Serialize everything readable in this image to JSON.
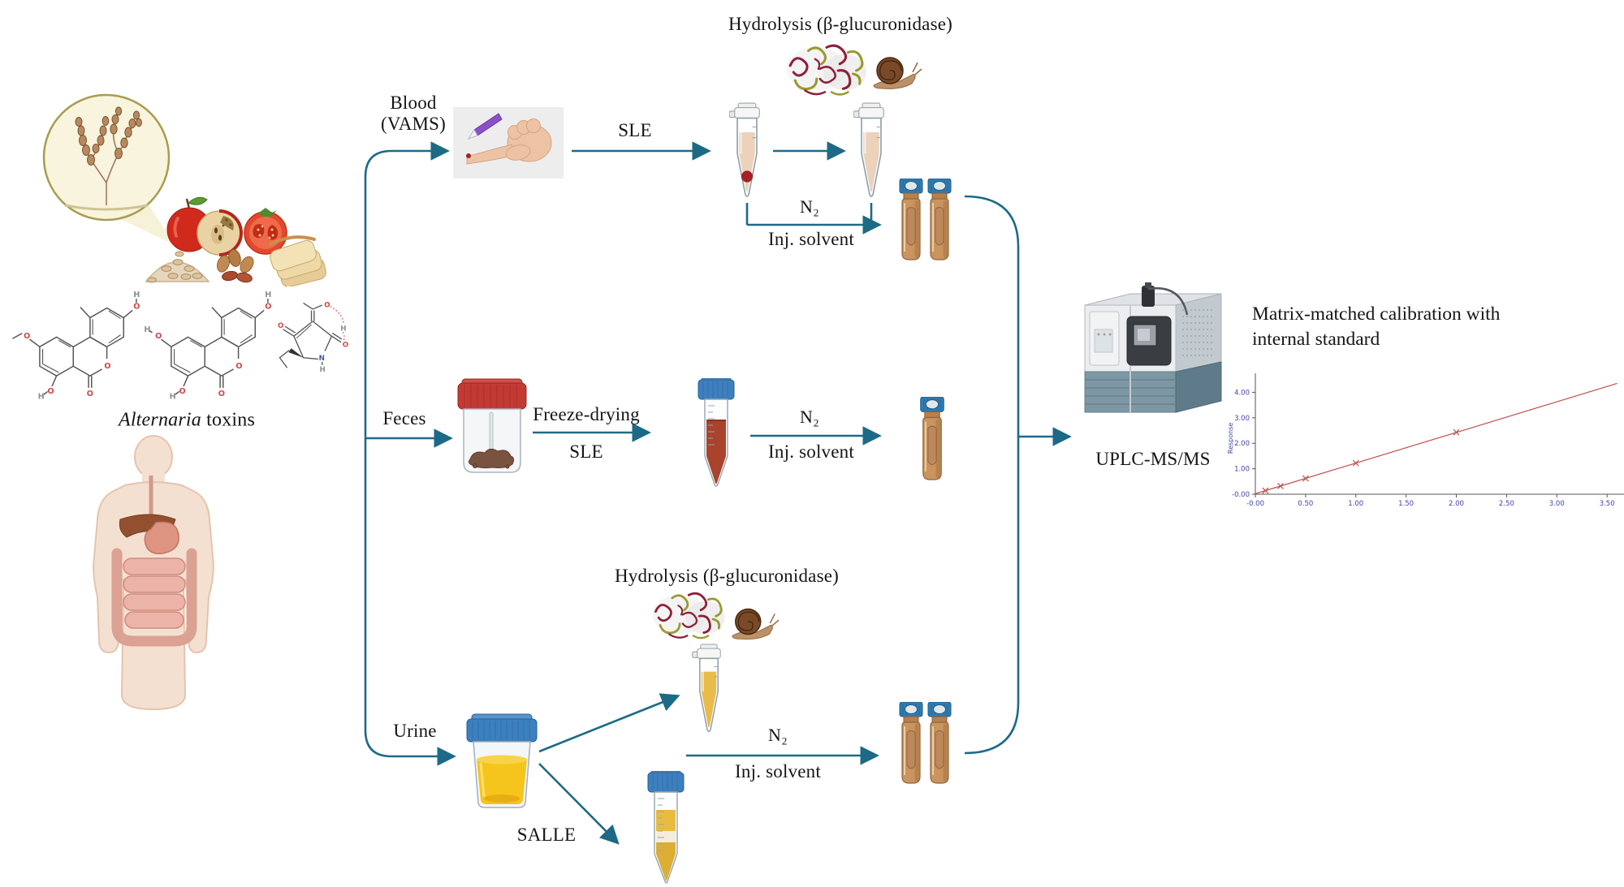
{
  "labels": {
    "hydrolysis_blood": "Hydrolysis (β-glucuronidase)",
    "hydrolysis_urine": "Hydrolysis (β-glucuronidase)",
    "blood_line1": "Blood",
    "blood_line2": "(VAMS)",
    "sle_blood": "SLE",
    "n2": "N₂",
    "inj_solvent": "Inj. solvent",
    "feces": "Feces",
    "freeze_drying": "Freeze-drying",
    "sle_feces": "SLE",
    "urine": "Urine",
    "salle": "SALLE",
    "alternaria": "Alternaria",
    "toxins_word": "toxins",
    "uplc": "UPLC-MS/MS",
    "calibration_title_line1": "Matrix-matched calibration with",
    "calibration_title_line2": "internal standard"
  },
  "icons": {
    "mold_magnifier": "alternaria-mold-in-magnifier",
    "foods": [
      "rotten-apple",
      "tomato-half",
      "oat-pile",
      "peanuts",
      "bread-slices"
    ],
    "chemical_structures": [
      "alternariol-monomethyl-ether",
      "alternariol",
      "tenuazonic-acid"
    ],
    "human": "human-digestive-system",
    "hand_vams": "finger-prick-with-vams-sampler",
    "enzyme": "beta-glucuronidase-protein",
    "snail": "snail",
    "tubes": [
      "microcentrifuge-tube",
      "falcon-tube",
      "feces-container",
      "urine-cup",
      "amber-hplc-vial"
    ],
    "instrument": "uplc-ms-ms-instrument"
  },
  "colors": {
    "arrow": "#1d6a87",
    "amber_vial": "#c9945e",
    "cap_blue": "#3c80bf",
    "cap_red": "#c23b33",
    "urine_yellow": "#f6c51c",
    "blood_red": "#a42125",
    "regression_red": "#c0504d",
    "tick_blue": "#4242a8"
  },
  "chart_data": {
    "type": "scatter",
    "title": "Matrix-matched calibration with internal standard",
    "xlabel": "",
    "ylabel": "Response",
    "xlim": [
      0,
      3.62
    ],
    "ylim": [
      0,
      4.65
    ],
    "grid": false,
    "x_tick_values": [
      0,
      0.5,
      1.0,
      1.5,
      2.0,
      2.5,
      3.0,
      3.5
    ],
    "x_tick_labels": [
      "-0.00",
      "0.50",
      "1.00",
      "1.50",
      "2.00",
      "2.50",
      "3.00",
      "3.50"
    ],
    "y_tick_values": [
      0,
      1,
      2,
      3,
      4
    ],
    "y_tick_labels": [
      "-0.00",
      "1.00",
      "2.00",
      "3.00",
      "4.00"
    ],
    "regression_line": {
      "x": [
        0,
        3.6
      ],
      "y": [
        0.02,
        4.35
      ]
    },
    "points": {
      "x": [
        0.1,
        0.25,
        0.5,
        1.0,
        2.0
      ],
      "y": [
        0.14,
        0.32,
        0.62,
        1.22,
        2.43
      ]
    },
    "marker": "x",
    "legend": null
  }
}
